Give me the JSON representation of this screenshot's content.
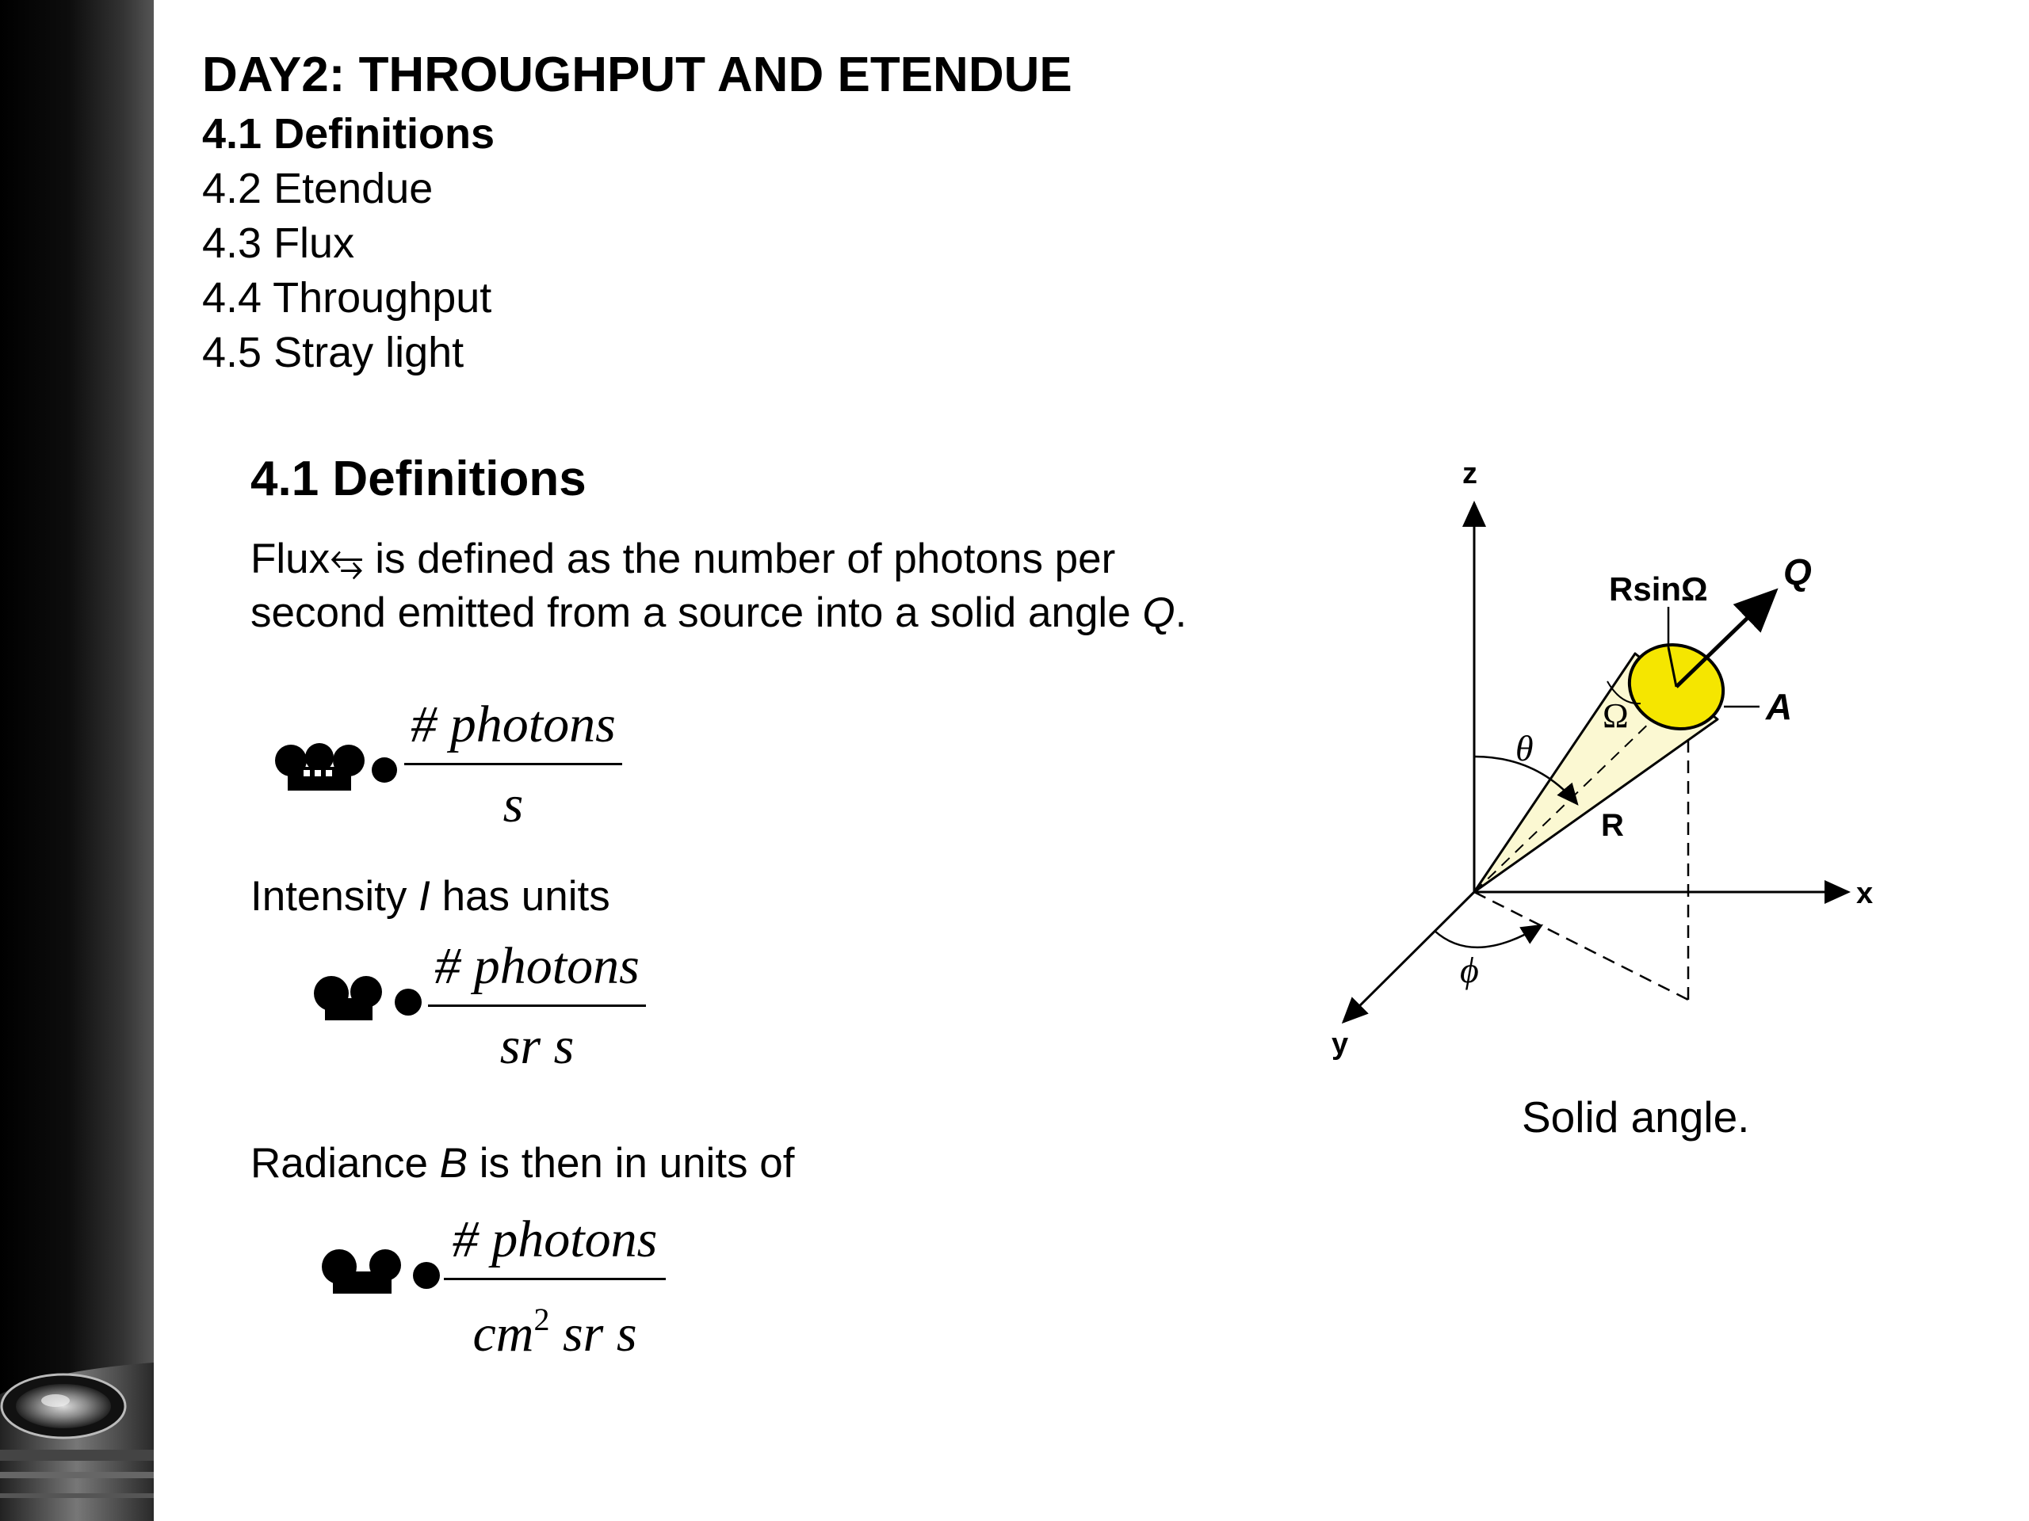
{
  "toc": {
    "title": "DAY2: THROUGHPUT AND ETENDUE",
    "items": [
      {
        "label": "4.1 Definitions",
        "active": true
      },
      {
        "label": "4.2 Etendue",
        "active": false
      },
      {
        "label": "4.3 Flux",
        "active": false
      },
      {
        "label": "4.4 Throughput",
        "active": false
      },
      {
        "label": "4.5 Stray light",
        "active": false
      }
    ]
  },
  "section": {
    "heading": "4.1 Definitions",
    "flux_line1_a": "Flux",
    "flux_symbol": "⥃",
    "flux_line1_b": " is defined as the number of photons per",
    "flux_line2_a": "second emitted from a source into a solid angle ",
    "flux_line2_q": "Q",
    "flux_line2_b": ".",
    "intensity_a": "Intensity ",
    "intensity_sym": "I",
    "intensity_b": " has units",
    "radiance_a": "Radiance ",
    "radiance_sym": "B",
    "radiance_b": " is then in units of"
  },
  "equations": {
    "flux": {
      "num": "# photons",
      "den": "s"
    },
    "intensity": {
      "num": "# photons",
      "den": "sr s"
    },
    "radiance": {
      "num": "# photons",
      "den_a": "cm",
      "den_sup": "2",
      "den_b": "sr s"
    }
  },
  "figure": {
    "caption": "Solid angle.",
    "labels": {
      "z": "z",
      "x": "x",
      "y": "y",
      "rsin": "RsinΩ",
      "q": "Q",
      "a": "A",
      "omega": "Ω",
      "theta": "θ",
      "phi": "ϕ",
      "r": "R"
    },
    "colors": {
      "cap": "#f5e600",
      "cone": "#fbf8d2"
    }
  }
}
